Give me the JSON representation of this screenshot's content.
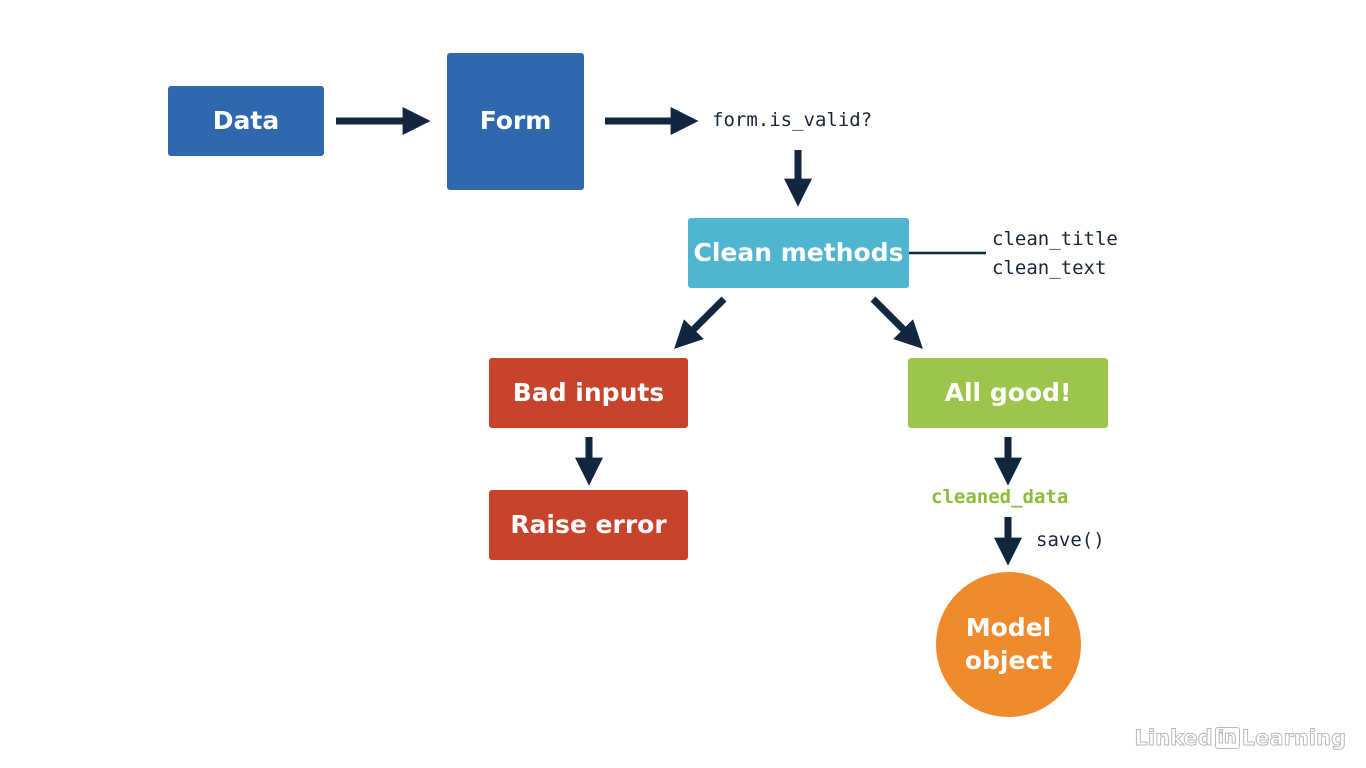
{
  "nodes": {
    "data": {
      "label": "Data",
      "color": "#2f68ac"
    },
    "form": {
      "label": "Form",
      "color": "#2f68ac"
    },
    "clean_methods": {
      "label": "Clean methods",
      "color": "#50b5ce"
    },
    "bad_inputs": {
      "label": "Bad inputs",
      "color": "#c8432b"
    },
    "raise_error": {
      "label": "Raise error",
      "color": "#c8432b"
    },
    "all_good": {
      "label": "All good!",
      "color": "#9dc54b"
    },
    "model_object": {
      "label_line1": "Model",
      "label_line2": "object",
      "color": "#ef8b2d"
    }
  },
  "labels": {
    "is_valid": "form.is_valid?",
    "clean_title": "clean_title",
    "clean_text": "clean_text",
    "cleaned_data": "cleaned_data",
    "save": "save()"
  },
  "watermark": {
    "part1": "Linked",
    "part2": "in",
    "part3": "Learning"
  },
  "colors": {
    "arrow": "#12263f",
    "cleaned_data_text": "#8cbd3a"
  }
}
